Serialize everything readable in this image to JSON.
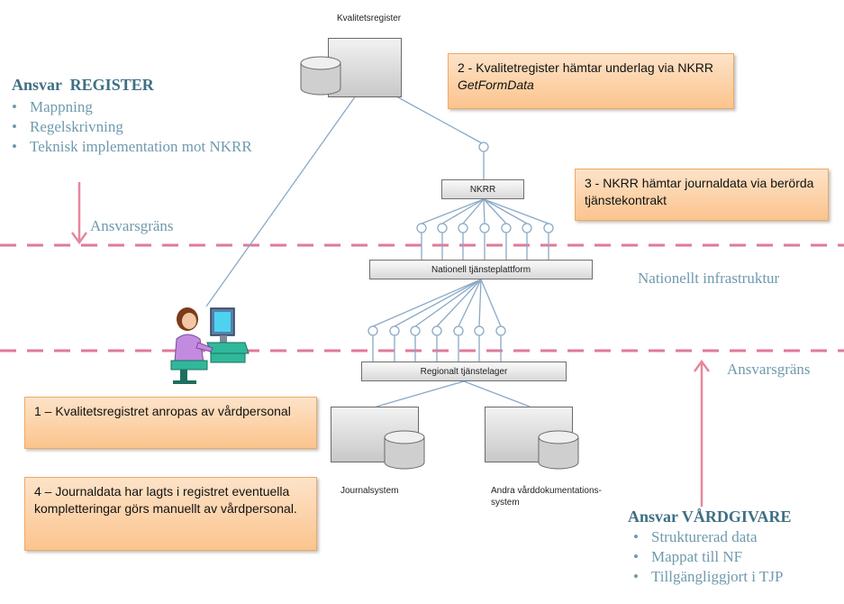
{
  "nodes": {
    "kvalitetsregister": "Kvalitetsregister",
    "nkrr": "NKRR",
    "ntp": "Nationell tjänsteplattform",
    "rtl": "Regionalt tjänstelager",
    "journalsystem": "Journalsystem",
    "andra": "Andra vårddokumentations-system"
  },
  "callouts": {
    "c1": "1 – Kvalitetsregistret anropas av vårdpersonal",
    "c2_text": "2 - Kvalitetregister hämtar underlag via NKRR",
    "c2_italic": "GetFormData",
    "c3": "3 - NKRR hämtar journaldata via berörda tjänstekontrakt",
    "c4": "4 – Journaldata har lagts i registret eventuella kompletteringar görs manuellt av vårdpersonal."
  },
  "register": {
    "title": "Ansvar  REGISTER",
    "items": [
      "Mappning",
      "Regelskrivning",
      "Teknisk implementation mot NKRR"
    ],
    "bullet": "•"
  },
  "vardgivare": {
    "title": "Ansvar VÅRDGIVARE",
    "items": [
      "Strukturerad data",
      "Mappat till NF",
      "Tillgängliggjort i TJP"
    ],
    "bullet": "•"
  },
  "labels": {
    "ansvarsgrans_top": "Ansvarsgräns",
    "ansvarsgrans_bottom": "Ansvarsgräns",
    "nationellt_infrastruktur": "Nationellt infrastruktur"
  },
  "colors": {
    "boundary": "#e07a9a",
    "arrow": "#e7879e",
    "wire": "#8aa9c6",
    "callout_border": "#f0a965"
  }
}
